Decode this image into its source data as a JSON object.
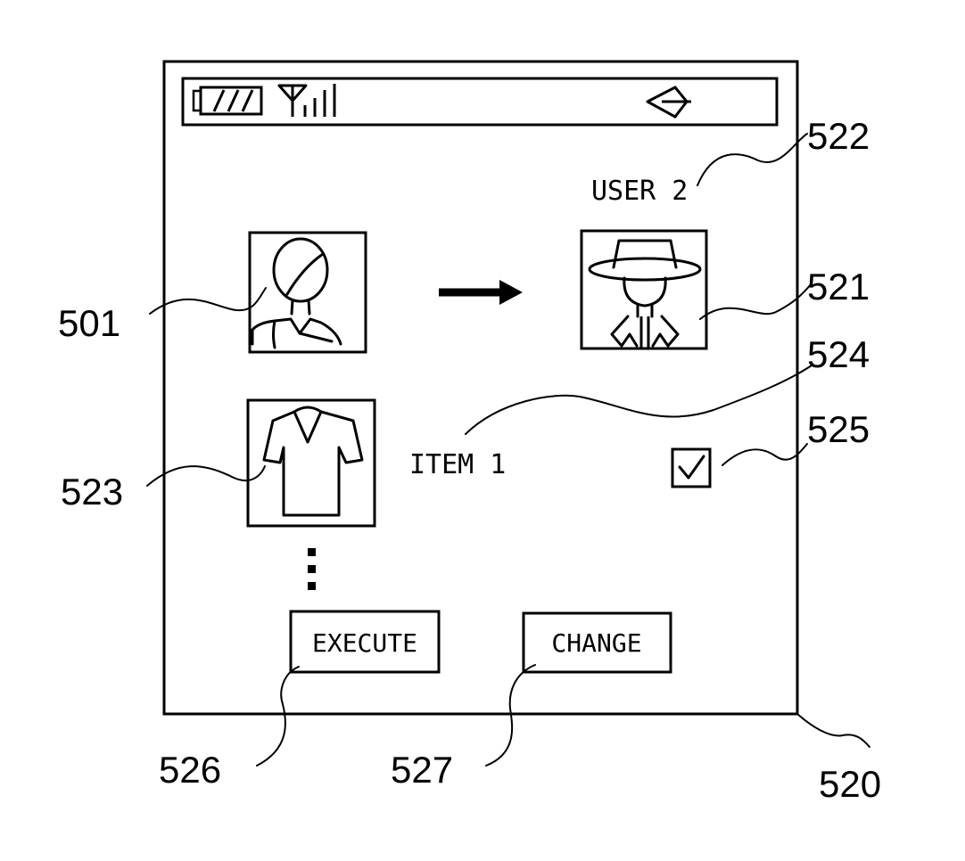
{
  "screen": {
    "user_label": "USER 2",
    "item_label": "ITEM 1",
    "execute_label": "EXECUTE",
    "change_label": "CHANGE",
    "checkbox_checked": true
  },
  "status_bar": {
    "icons": [
      "battery-icon",
      "signal-antenna-icon",
      "speaker-icon"
    ]
  },
  "reference_numerals": {
    "device": "520",
    "source_user_image": "501",
    "target_user_image": "521",
    "user_label": "522",
    "item_image": "523",
    "item_label": "524",
    "checkbox": "525",
    "execute_button": "526",
    "change_button": "527"
  }
}
